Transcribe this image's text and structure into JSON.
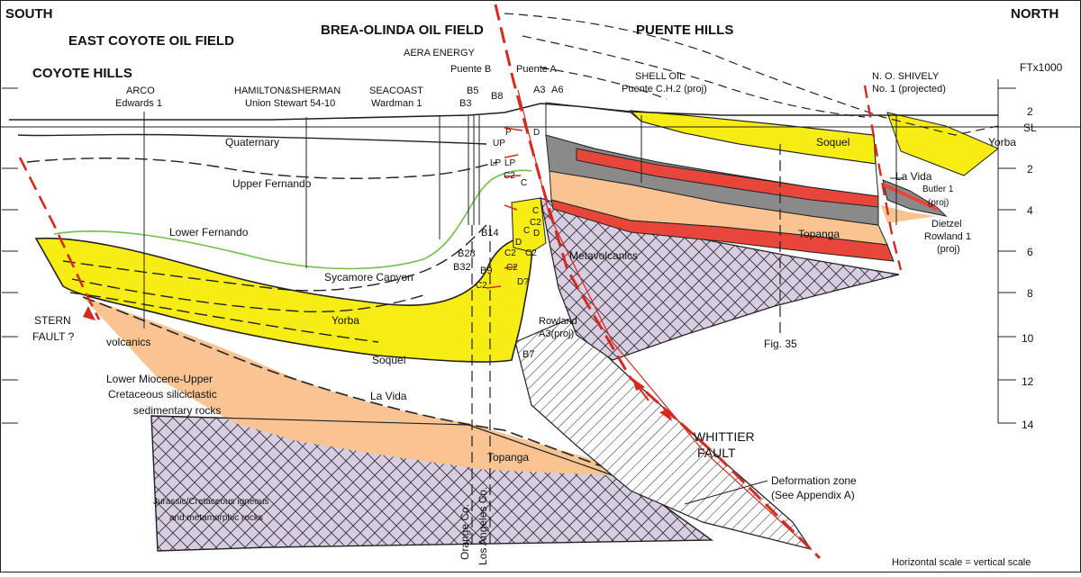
{
  "headers": {
    "south": "SOUTH",
    "north": "NORTH",
    "east_coyote": "EAST COYOTE OIL FIELD",
    "brea_olinda": "BREA-OLINDA OIL FIELD",
    "puente_hills": "PUENTE HILLS",
    "coyote_hills": "COYOTE HILLS"
  },
  "scale": {
    "unit": "FTx1000",
    "ticks": [
      "2",
      "SL",
      "2",
      "4",
      "6",
      "8",
      "10",
      "12",
      "14"
    ],
    "note": "Horizontal scale = vertical scale"
  },
  "wells": {
    "arco": "ARCO",
    "edwards": "Edwards 1",
    "hamilton": "HAMILTON&SHERMAN",
    "union_stewart": "Union Stewart 54-10",
    "seacoast": "SEACOAST",
    "wardman": "Wardman 1",
    "aera": "AERA ENERGY",
    "puente_b": "Puente B",
    "puente_a": "Puente A",
    "b5": "B5",
    "b3": "B3",
    "b8": "B8",
    "a3": "A3",
    "a6": "A6",
    "shell": "SHELL OIL",
    "puente_ch2": "Puente C.H.2 (proj)",
    "shively": "N. O. SHIVELY",
    "shively_proj": "No. 1 (projected)",
    "butler": "Butler 1",
    "butler_proj": "(proj)",
    "dietzel": "Dietzel",
    "rowland1": "Rowland 1",
    "rowland1_proj": "(proj)",
    "rowland": "Rowland",
    "rowland_a3": "A3(proj)",
    "b14": "B14",
    "b28": "B28",
    "b32": "B32",
    "b9": "B9",
    "b7": "B7"
  },
  "units": {
    "quaternary": "Quaternary",
    "upper_fernando": "Upper Fernando",
    "lower_fernando": "Lower Fernando",
    "sycamore": "Sycamore Canyon",
    "yorba": "Yorba",
    "soquel": "Soquel",
    "la_vida": "La Vida",
    "topanga": "Topanga",
    "metavolcanics": "Metavolcanics",
    "volcanics": "volcanics",
    "lower_miocene_1": "Lower Miocene-Upper",
    "lower_miocene_2": "Cretaceous siliciclastic",
    "lower_miocene_3": "sedimentary rocks",
    "jurassic_1": "Jurassic/Cretaceous igneous",
    "jurassic_2": "and metamorphic rocks",
    "soquel_n": "Soquel",
    "yorba_n": "Yorba",
    "la_vida_n": "La Vida",
    "topanga_n": "Topanga"
  },
  "zone_codes": {
    "p": "P",
    "up": "UP",
    "lp": "LP",
    "lp2": "LP",
    "c": "C",
    "c2": "C2",
    "d": "D",
    "c_b": "C",
    "c2_b": "C2",
    "d_b": "D",
    "c_c": "C",
    "c2_c": "C2",
    "d_c": "D",
    "c2_d": "C2",
    "c2_e": "C2",
    "d_q": "D?"
  },
  "faults": {
    "stern_1": "STERN",
    "stern_2": "FAULT ?",
    "whittier_1": "WHITTIER",
    "whittier_2": "FAULT",
    "deformation_1": "Deformation zone",
    "deformation_2": "(See Appendix A)"
  },
  "misc": {
    "fig35": "Fig. 35",
    "orange": "Orange Co.",
    "los_angeles": "Los Angeles Co."
  },
  "colors": {
    "soquel": "#f7ec13",
    "topanga": "#f9c491",
    "red_bed": "#e8463a",
    "grey_bed": "#8a8a8a",
    "basement": "#d9cde3",
    "fault": "#d42a20",
    "fernando_contact": "#6fbf4a"
  }
}
